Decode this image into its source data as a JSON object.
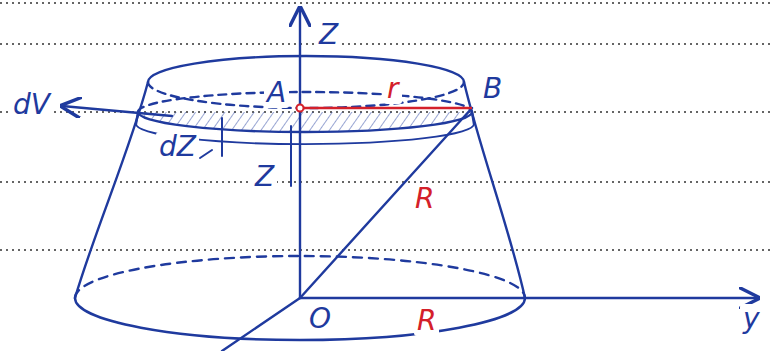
{
  "diagram": {
    "labels": [
      "Z",
      "dV",
      "A",
      "r",
      "B",
      "dZ",
      "Z",
      "R",
      "O",
      "R",
      "y"
    ]
  }
}
